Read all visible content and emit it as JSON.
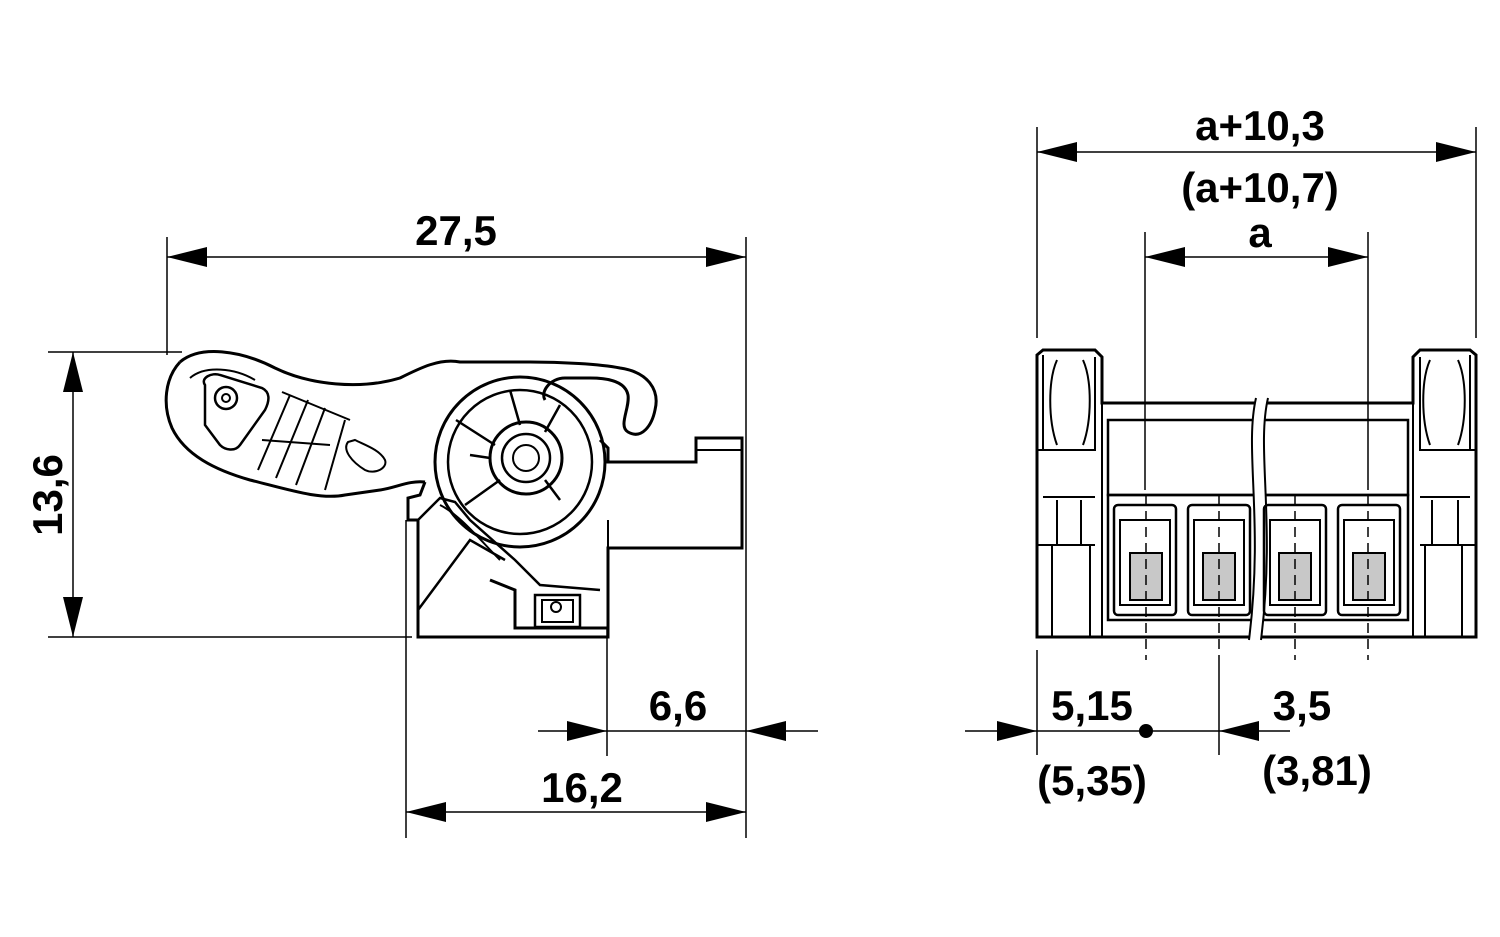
{
  "side_view": {
    "dim_width_total": "27,5",
    "dim_height": "13,6",
    "dim_offset": "6,6",
    "dim_width_lower": "16,2"
  },
  "front_view": {
    "dim_overall": "a+10,3",
    "dim_overall_alt": "(a+10,7)",
    "dim_pitch_span": "a",
    "dim_edge_offset": "5,15",
    "dim_edge_offset_alt": "(5,35)",
    "dim_pitch": "3,5",
    "dim_pitch_alt": "(3,81)"
  },
  "colors": {
    "line": "#000000",
    "contact_fill": "#c8c8c8",
    "background": "#ffffff"
  }
}
